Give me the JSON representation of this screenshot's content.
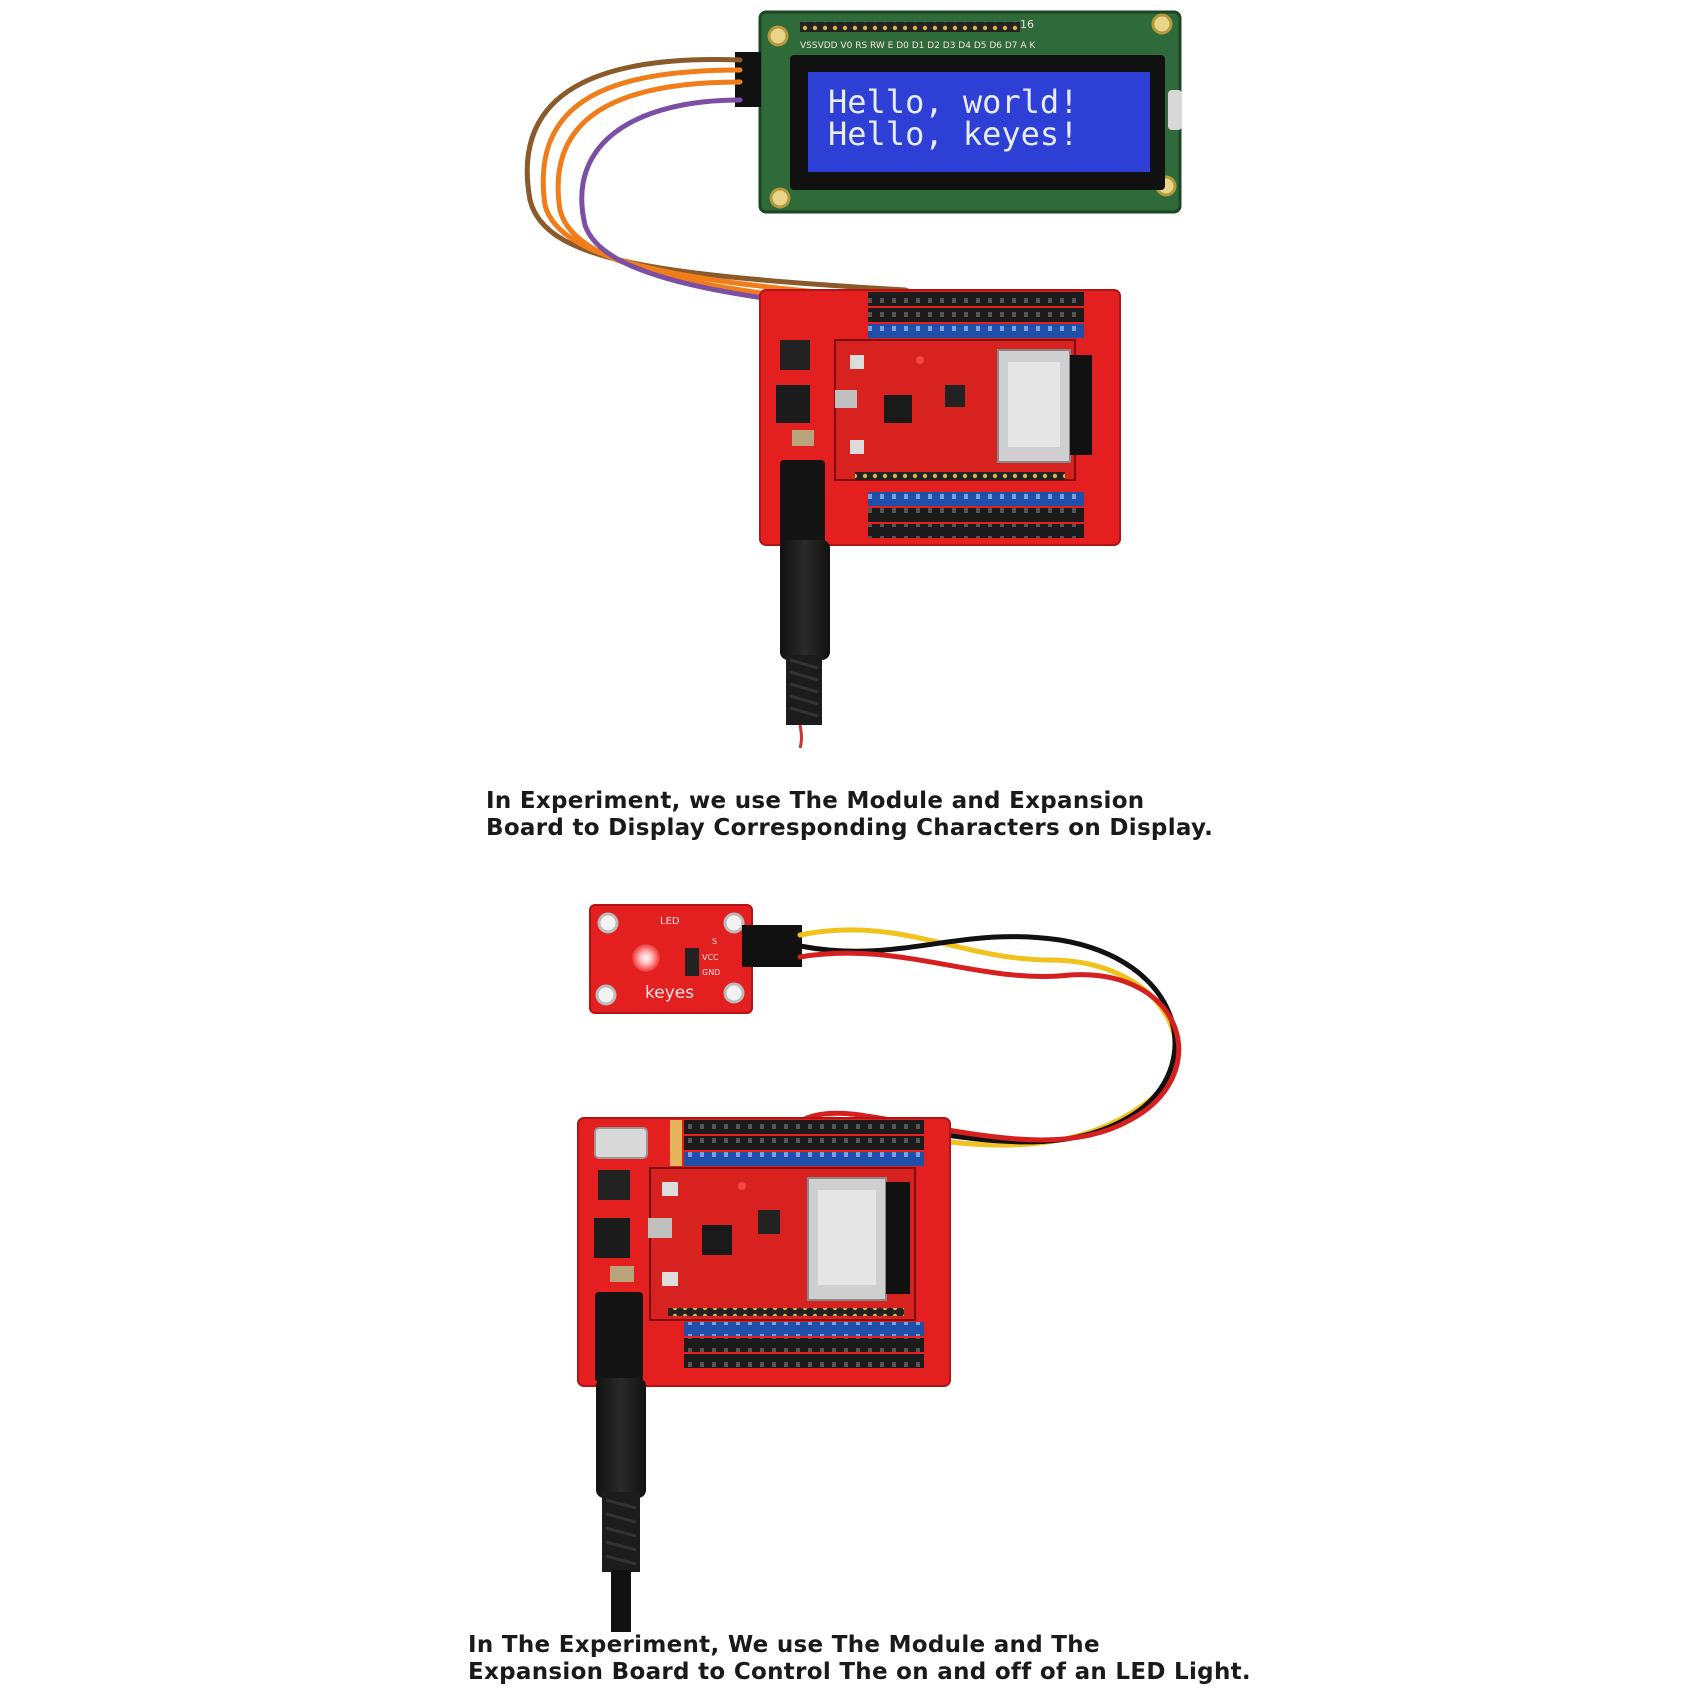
{
  "lcd": {
    "line1": "Hello, world!",
    "line2": "Hello, keyes!",
    "pin_labels": "VSSVDD V0  RS RW  E   D0  D1  D2  D3  D4  D5  D6  D7  A   K",
    "pin_count": "16"
  },
  "led_module": {
    "title": "LED",
    "brand": "keyes",
    "pin_s": "S",
    "pin_vcc": "VCC",
    "pin_gnd": "GND"
  },
  "captions": {
    "top": {
      "line1": "In Experiment, we use The Module and Expansion",
      "line2": "Board to Display Corresponding Characters on Display."
    },
    "bottom": {
      "line1": "In The Experiment, We use The Module and The",
      "line2": "Expansion Board to Control The on and off of an LED Light."
    }
  },
  "colors": {
    "board_red": "#e41f1f",
    "lcd_blue": "#2e3fd6",
    "lcd_pcb_green": "#2f6a3a",
    "wire_orange": "#f07d1a",
    "wire_brown": "#8a5a2b",
    "wire_purple": "#7b4fa6",
    "wire_yellow": "#f1c21b",
    "wire_red": "#d61f1f",
    "wire_black": "#111111"
  }
}
